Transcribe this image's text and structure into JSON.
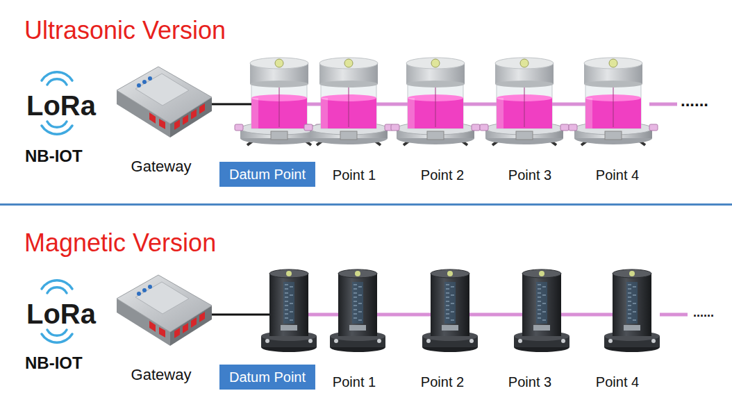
{
  "diagram": {
    "nodes": [
      {
        "text": [
          "Gateway"
        ]
      },
      {
        "text": [
          "Datum Point"
        ]
      },
      {
        "text": [
          "Point 1"
        ]
      },
      {
        "text": [
          "Point 2"
        ]
      },
      {
        "text": [
          "Point 3"
        ]
      },
      {
        "text": [
          "Point 4"
        ]
      },
      {
        "text": [
          "Gateway"
        ]
      },
      {
        "text": [
          "Datum Point"
        ]
      },
      {
        "text": [
          "Point 1"
        ]
      },
      {
        "text": [
          "Point 2"
        ]
      },
      {
        "text": [
          "Point 3"
        ]
      },
      {
        "text": [
          "Point 4"
        ]
      }
    ],
    "edges": [
      {
        "from": 0,
        "to": 1,
        "arrow": "none"
      },
      {
        "from": 1,
        "to": 2,
        "arrow": "none"
      },
      {
        "from": 2,
        "to": 3,
        "arrow": "none"
      },
      {
        "from": 3,
        "to": 4,
        "arrow": "none"
      },
      {
        "from": 4,
        "to": 5,
        "arrow": "none"
      },
      {
        "from": 6,
        "to": 7,
        "arrow": "none"
      },
      {
        "from": 7,
        "to": 8,
        "arrow": "none"
      },
      {
        "from": 8,
        "to": 9,
        "arrow": "none"
      },
      {
        "from": 9,
        "to": 10,
        "arrow": "none"
      },
      {
        "from": 10,
        "to": 11,
        "arrow": "none"
      }
    ],
    "labels": [
      "Ultrasonic Version",
      "LoRa",
      "NB-IOT",
      "......",
      "Magnetic Version",
      "LoRa",
      "NB-IOT",
      "......"
    ]
  }
}
